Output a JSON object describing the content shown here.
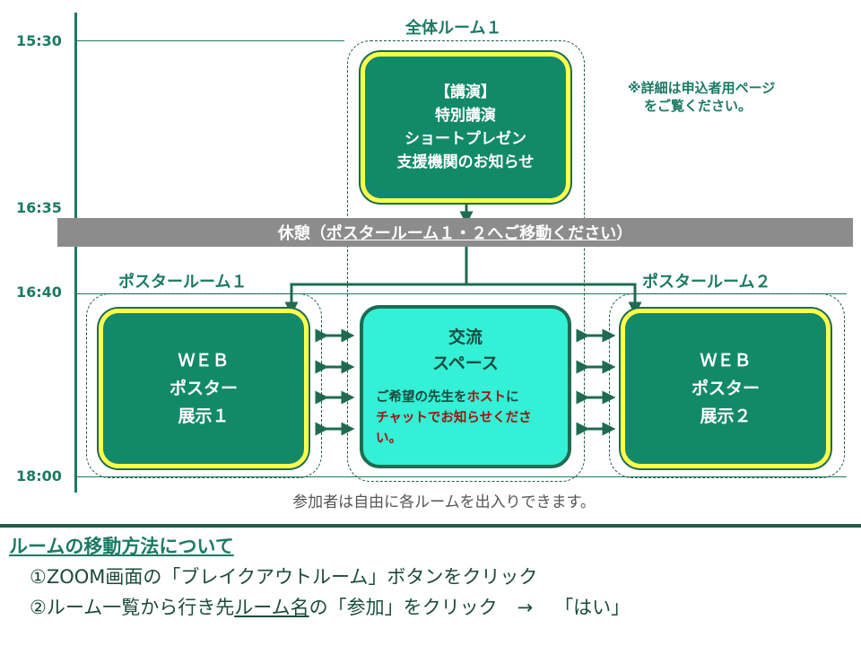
{
  "times": [
    "15:30",
    "16:35",
    "16:40",
    "18:00"
  ],
  "hall": {
    "title": "全体ルーム１",
    "lines": [
      "【講演】",
      "特別講演",
      "ショートプレゼン",
      "支援機関のお知らせ"
    ]
  },
  "note": {
    "lines": [
      "※詳細は申込者用ページ",
      "をご覧ください。"
    ]
  },
  "break_bar": {
    "prefix": "休憩（",
    "underlined": "ポスタールーム１・２へご移動ください",
    "suffix": "）"
  },
  "poster1": {
    "title": "ポスタールーム１",
    "lines": [
      "ＷＥＢ",
      "ポスター",
      "展示１"
    ]
  },
  "poster2": {
    "title": "ポスタールーム２",
    "lines": [
      "ＷＥＢ",
      "ポスター",
      "展示２"
    ]
  },
  "exchange": {
    "title_lines": [
      "交流",
      "スペース"
    ],
    "body_a": "ご希望の先生を",
    "body_host": "ホスト",
    "body_b": "に",
    "body_c": "チャット",
    "body_d": "でお知らせくださ",
    "body_e": "い。"
  },
  "free_note": "参加者は自由に各ルームを出入りできます。",
  "howto": {
    "title": "ルームの移動方法について",
    "step1": "①ZOOM画面の「ブレイクアウトルーム」ボタンをクリック",
    "step2_a": "②ルーム一覧から行き先",
    "step2_u": "ルーム名",
    "step2_b": "の「参加」をクリック",
    "step2_arrow": "→",
    "step2_c": "「はい」"
  },
  "colors": {
    "green": "#128a6a",
    "yellow": "#ffff4d",
    "aqua": "#33f0d6",
    "grey": "#8c8c8c",
    "red": "#a31010"
  }
}
